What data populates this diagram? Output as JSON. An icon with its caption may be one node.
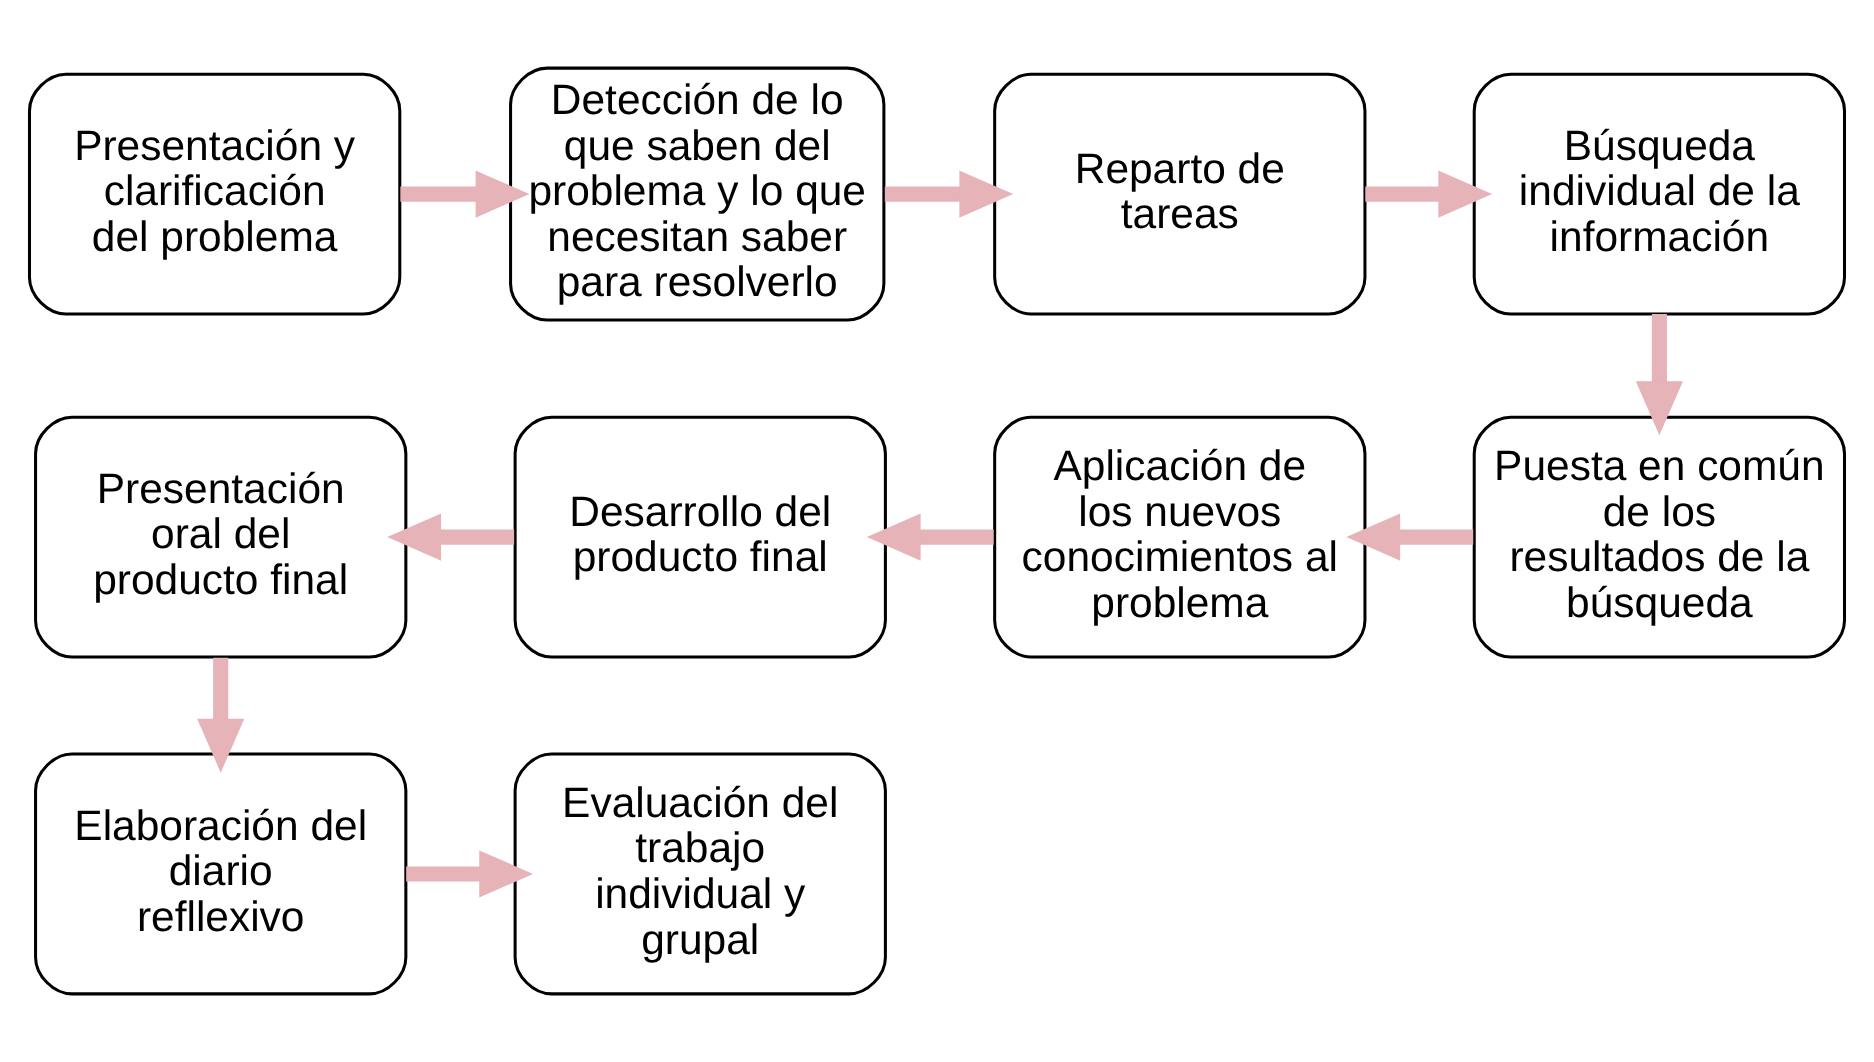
{
  "diagram": {
    "nodes": [
      {
        "text": [
          "Presentación y clarificación del problema"
        ]
      },
      {
        "text": [
          "Detección de lo que saben del problema y lo que necesitan saber para resolverlo"
        ]
      },
      {
        "text": [
          "Reparto de tareas"
        ]
      },
      {
        "text": [
          "Búsqueda individual de la información"
        ]
      },
      {
        "text": [
          "Puesta en común de los resultados de la búsqueda"
        ]
      },
      {
        "text": [
          "Aplicación de los nuevos conocimientos al problema"
        ]
      },
      {
        "text": [
          "Desarrollo del producto final"
        ]
      },
      {
        "text": [
          "Presentación oral del producto final"
        ]
      },
      {
        "text": [
          "Elaboración del diario refllexivo"
        ]
      },
      {
        "text": [
          "Evaluación del trabajo individual y grupal"
        ]
      }
    ],
    "edges": [
      {
        "from": 0,
        "to": 1,
        "arrow": "to"
      },
      {
        "from": 1,
        "to": 2,
        "arrow": "to"
      },
      {
        "from": 2,
        "to": 3,
        "arrow": "to"
      },
      {
        "from": 3,
        "to": 4,
        "arrow": "to"
      },
      {
        "from": 4,
        "to": 5,
        "arrow": "to"
      },
      {
        "from": 5,
        "to": 6,
        "arrow": "to"
      },
      {
        "from": 6,
        "to": 7,
        "arrow": "to"
      },
      {
        "from": 7,
        "to": 8,
        "arrow": "to"
      },
      {
        "from": 8,
        "to": 9,
        "arrow": "to"
      }
    ]
  }
}
